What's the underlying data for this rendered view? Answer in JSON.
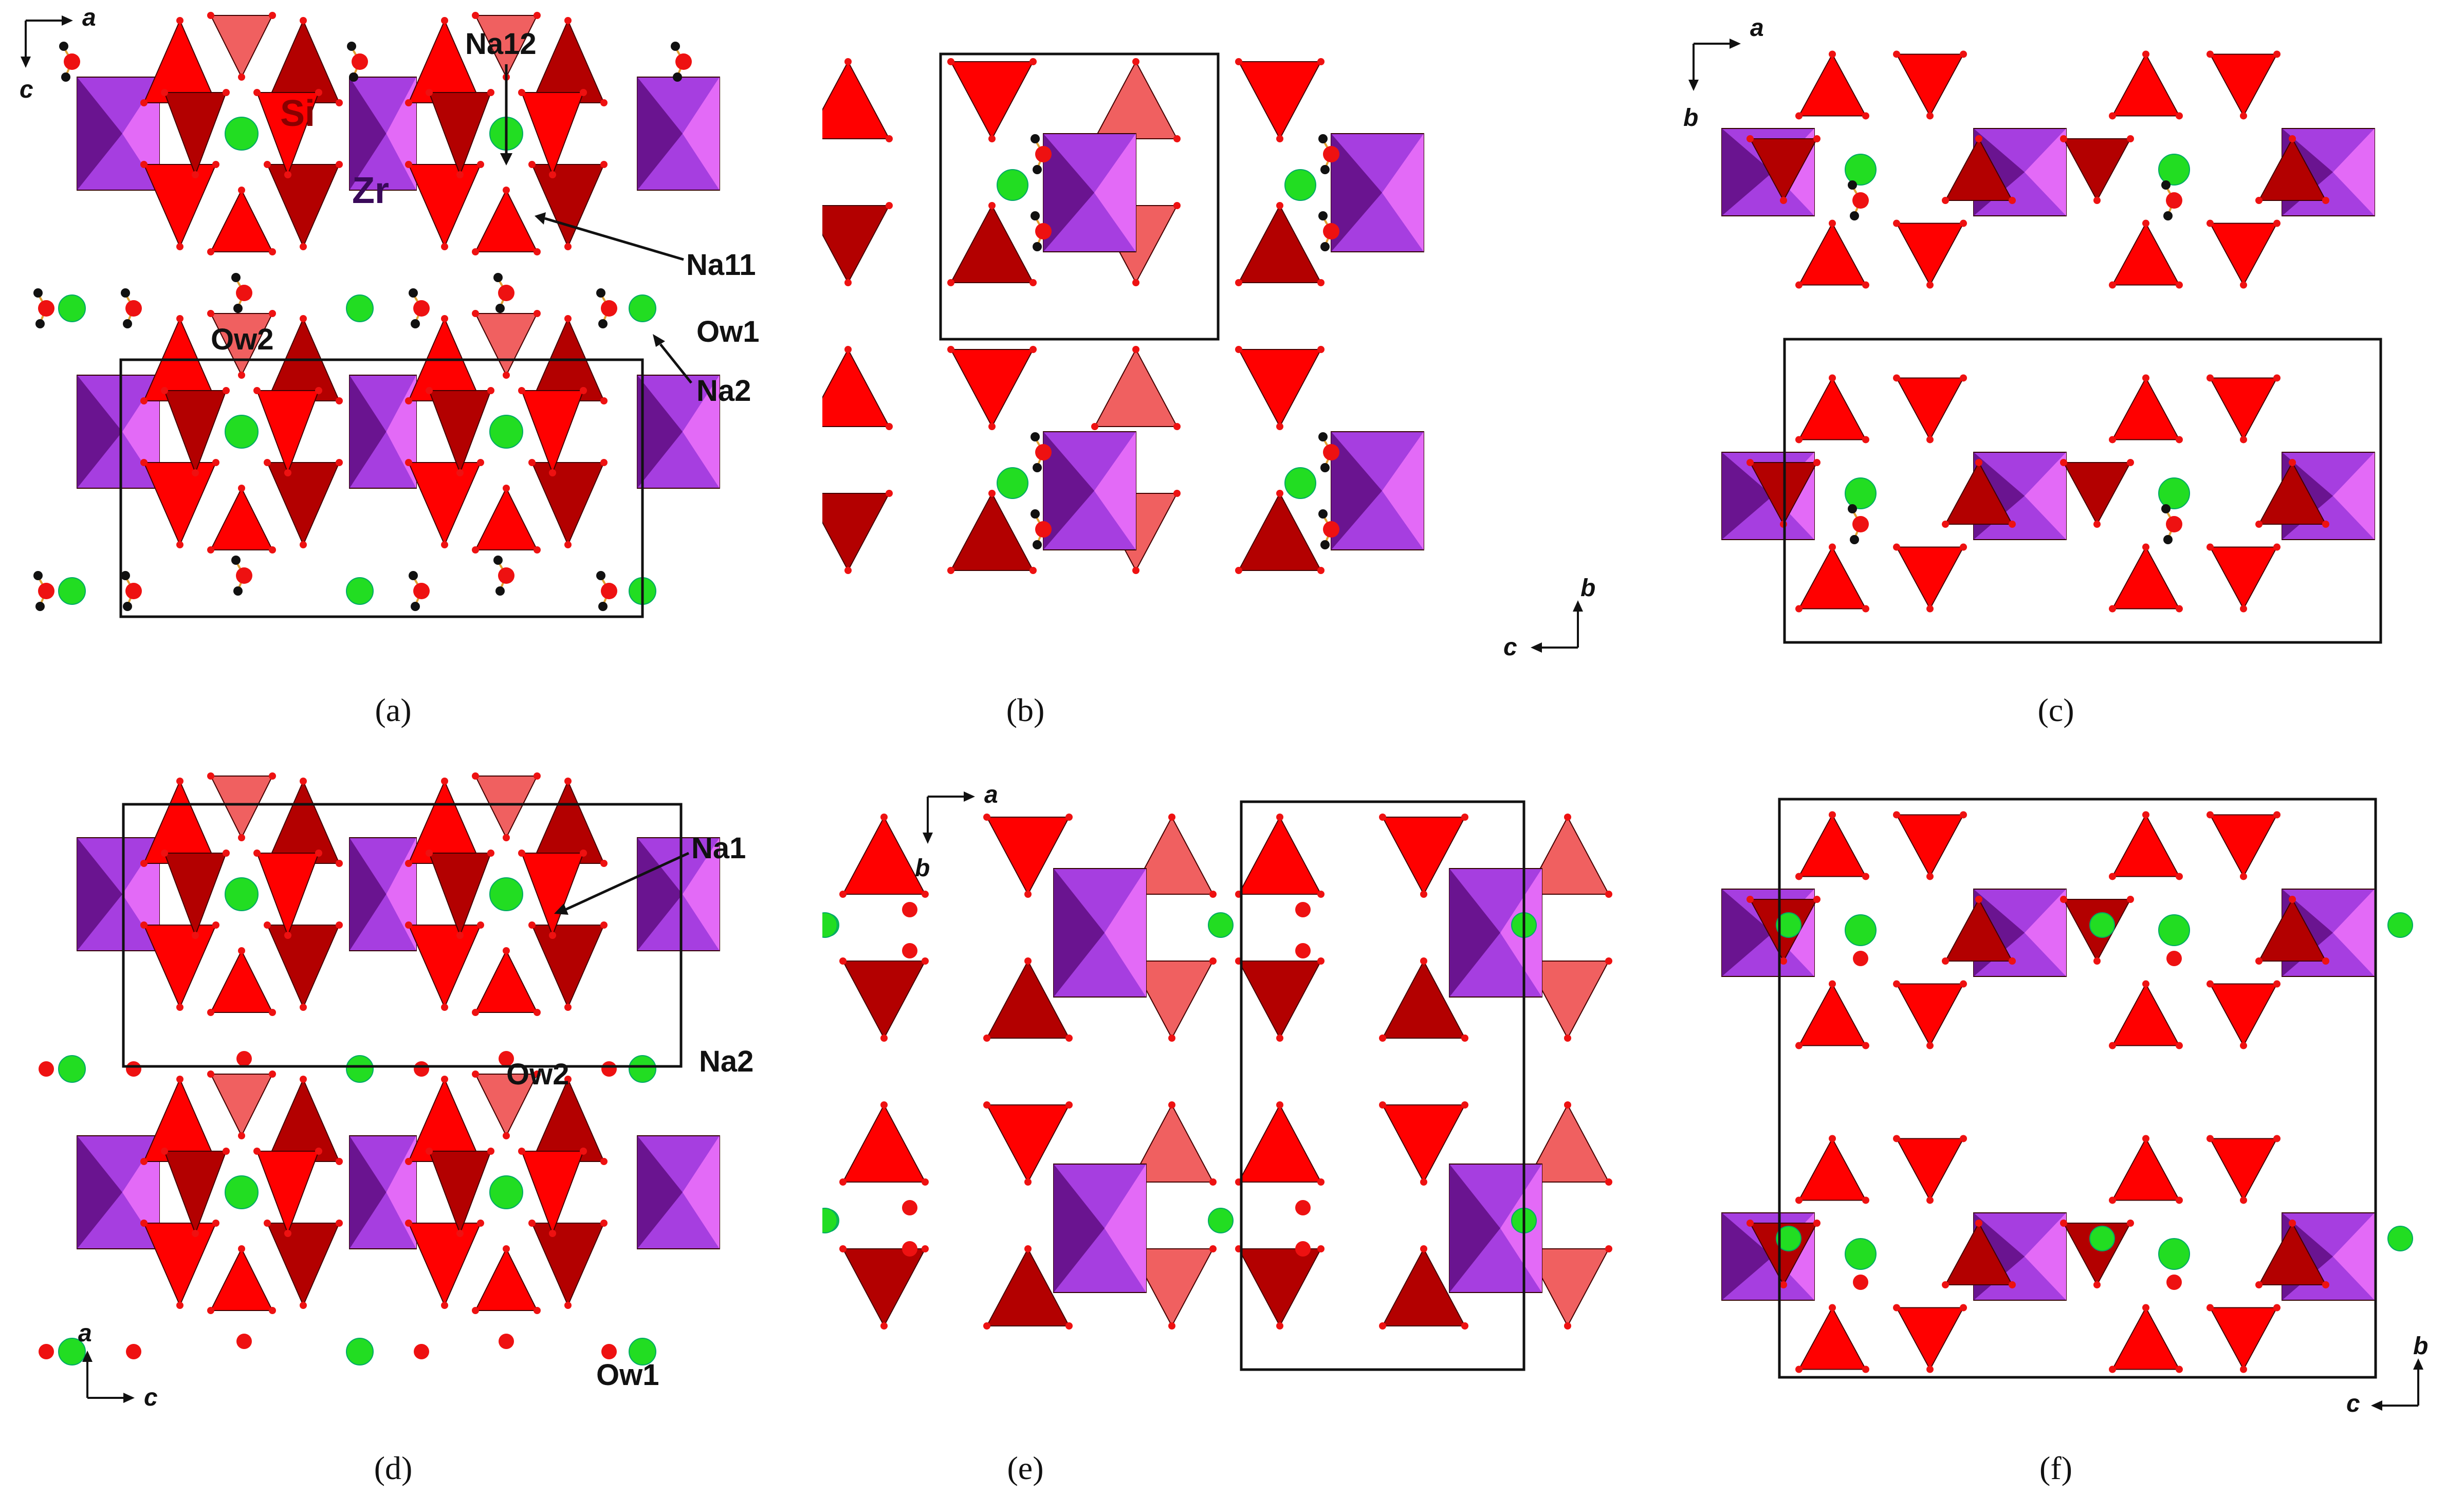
{
  "colors": {
    "tet": "#ff0000",
    "tet_dark": "#b30000",
    "tet_light": "#f06060",
    "oct": "#a63ee0",
    "oct_dark": "#6a1490",
    "oct_light": "#e36af7",
    "na": "#22dd22",
    "oxygen": "#ee1111",
    "hydrogen": "#111111",
    "bond": "#e0a030",
    "cell": "#111111"
  },
  "panels": [
    {
      "id": "a",
      "caption": "(a)",
      "axes": {
        "h": "a",
        "v": "c",
        "corner": "top-left"
      },
      "labels": [
        {
          "text": "Na12"
        },
        {
          "text": "Si"
        },
        {
          "text": "Zr"
        },
        {
          "text": "Na11"
        },
        {
          "text": "Ow2"
        },
        {
          "text": "Ow1"
        },
        {
          "text": "Na2"
        }
      ]
    },
    {
      "id": "b",
      "caption": "(b)",
      "axes": {
        "h": "c",
        "v": "b",
        "corner": "bottom-right"
      },
      "labels": []
    },
    {
      "id": "c",
      "caption": "(c)",
      "axes": {
        "h": "a",
        "v": "b",
        "corner": "top-left"
      },
      "labels": []
    },
    {
      "id": "d",
      "caption": "(d)",
      "axes": {
        "h": "c",
        "v": "a",
        "corner": "bottom-left"
      },
      "labels": [
        {
          "text": "Na1"
        },
        {
          "text": "Ow2"
        },
        {
          "text": "Na2"
        },
        {
          "text": "Ow1"
        }
      ]
    },
    {
      "id": "e",
      "caption": "(e)",
      "axes": {
        "h": "a",
        "v": "b",
        "corner": "top-left"
      },
      "labels": []
    },
    {
      "id": "f",
      "caption": "(f)",
      "axes": {
        "h": "c",
        "v": "b",
        "corner": "bottom-right"
      },
      "labels": []
    }
  ]
}
